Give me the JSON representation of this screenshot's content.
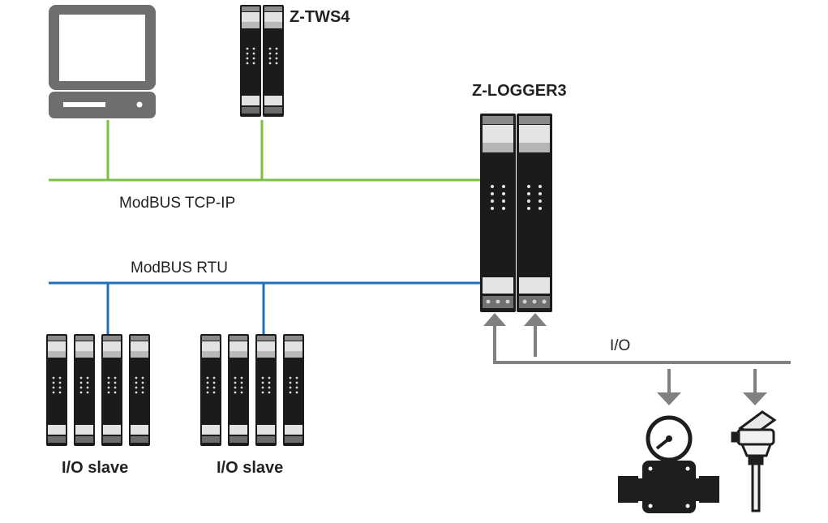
{
  "devices": {
    "tws": {
      "name": "Z-TWS4"
    },
    "logger": {
      "name": "Z-LOGGER3"
    },
    "slave_group_1": {
      "label": "I/O slave"
    },
    "slave_group_2": {
      "label": "I/O slave"
    }
  },
  "networks": {
    "tcp": {
      "label": "ModBUS TCP-IP",
      "color": "#7ac143"
    },
    "rtu": {
      "label": "ModBUS RTU",
      "color": "#1f6fb7"
    },
    "io": {
      "label": "I/O",
      "color": "#808080"
    }
  },
  "icons": [
    "computer-icon",
    "pressure-gauge-icon",
    "temperature-sensor-icon"
  ]
}
